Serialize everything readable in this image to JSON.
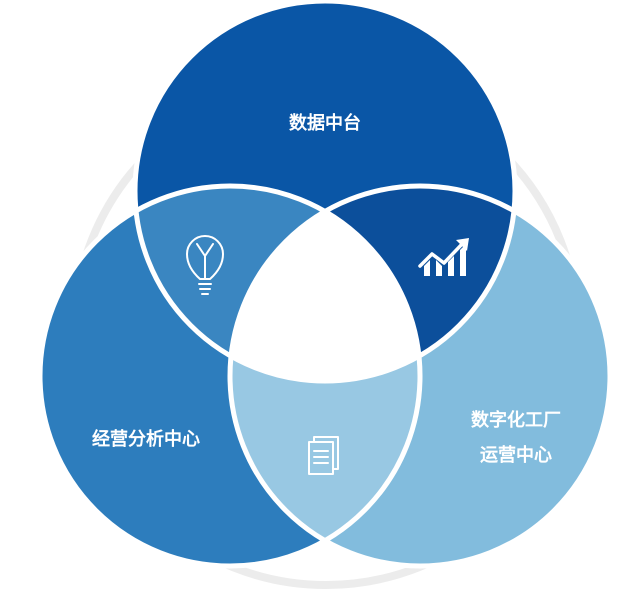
{
  "diagram": {
    "labels": {
      "top": "数据中台",
      "left": "经营分析中心",
      "right_line1": "数字化工厂",
      "right_line2": "运营中心"
    },
    "icons": {
      "top_left_overlap": "lightbulb-icon",
      "top_right_overlap": "trend-chart-icon",
      "bottom_overlap": "document-icon"
    },
    "colors": {
      "top_circle": "#0a56a6",
      "left_circle": "#2d7dbd",
      "right_circle": "#82bcdd",
      "overlap_top_left": "#3a86c1",
      "overlap_top_right": "#0c4f9b",
      "overlap_bottom": "#98c8e3",
      "outlines": "#ffffff",
      "backdrop_ring": "#ececec"
    }
  }
}
